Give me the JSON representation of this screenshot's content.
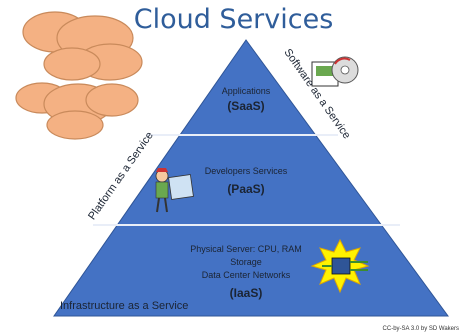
{
  "diagram": {
    "title": "Cloud Services",
    "tiers": [
      {
        "id": "saas",
        "label": "Applications",
        "code": "(SaaS)"
      },
      {
        "id": "paas",
        "label": "Developers Services",
        "code": "(PaaS)"
      },
      {
        "id": "iaas",
        "lines": [
          "Physical Server: CPU, RAM",
          "Storage",
          "Data Center Networks"
        ],
        "code": "(IaaS)"
      }
    ],
    "side_labels": {
      "left": "Platform as a Service",
      "right": "Software as a Service",
      "bottom": "Infrastructure as a Service"
    },
    "credit": "CC-by-SA 3.0 by SD Wakers",
    "colors": {
      "pyramid": "#4472c4",
      "pyramid_dark": "#2f5597",
      "divider": "#e9eef8",
      "cloud": "#f4b183",
      "cloud_stroke": "#c98a5b",
      "burst": "#fff200",
      "title": "#2f5d9a"
    },
    "icons": [
      "cloud-icon",
      "software-disc-icon",
      "developer-figure-icon",
      "server-burst-icon"
    ]
  }
}
